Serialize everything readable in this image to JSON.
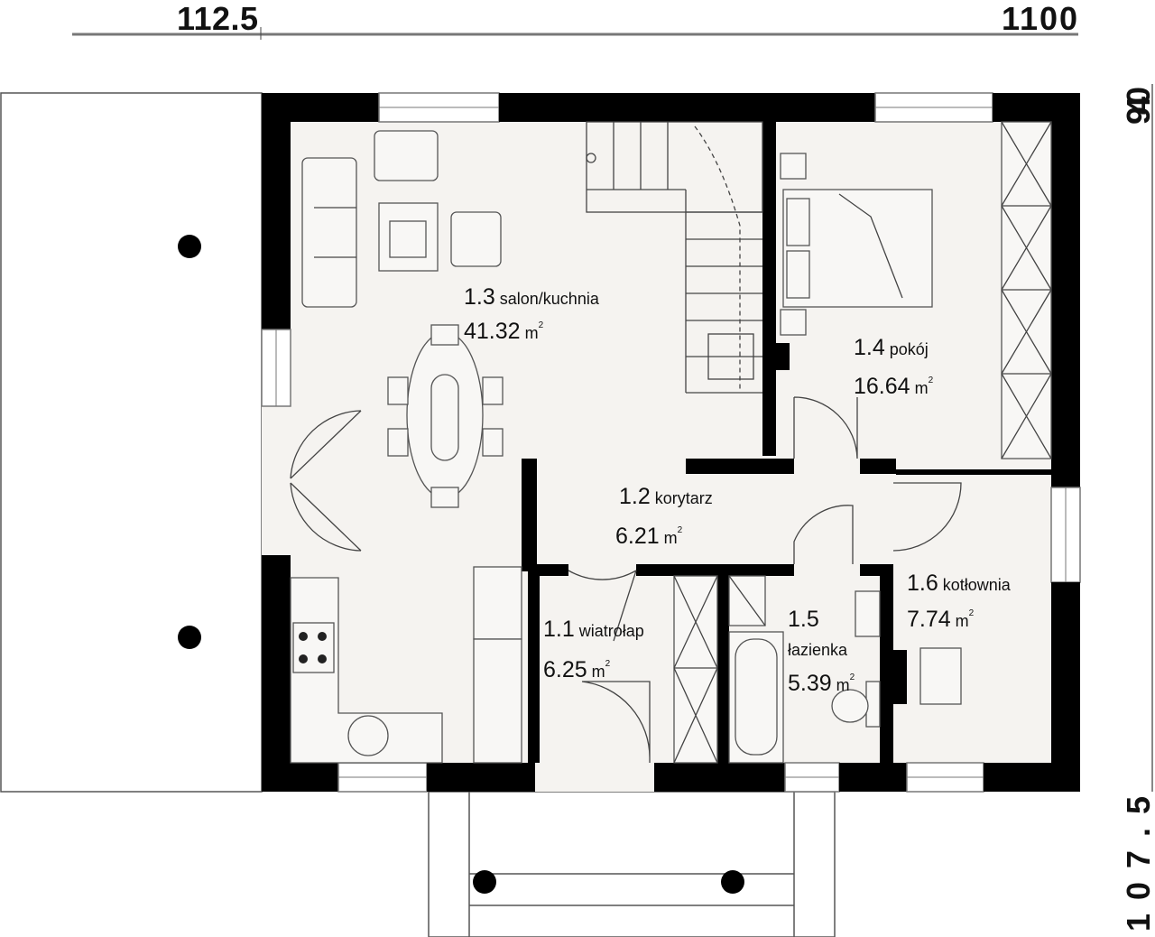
{
  "dimensions": {
    "top_left": "112.5",
    "top_right": "1100",
    "right_top": "940",
    "right_bottom": "107.5"
  },
  "rooms": [
    {
      "number": "1.1",
      "name": "wiatrołap",
      "area": "6.25",
      "unit": "m",
      "sup": "2"
    },
    {
      "number": "1.2",
      "name": "korytarz",
      "area": "6.21",
      "unit": "m",
      "sup": "2"
    },
    {
      "number": "1.3",
      "name": "salon/kuchnia",
      "area": "41.32",
      "unit": "m",
      "sup": "2"
    },
    {
      "number": "1.4",
      "name": "pokój",
      "area": "16.64",
      "unit": "m",
      "sup": "2"
    },
    {
      "number": "1.5",
      "name": "łazienka",
      "area": "5.39",
      "unit": "m",
      "sup": "2"
    },
    {
      "number": "1.6",
      "name": "kotłownia",
      "area": "7.74",
      "unit": "m",
      "sup": "2"
    }
  ]
}
